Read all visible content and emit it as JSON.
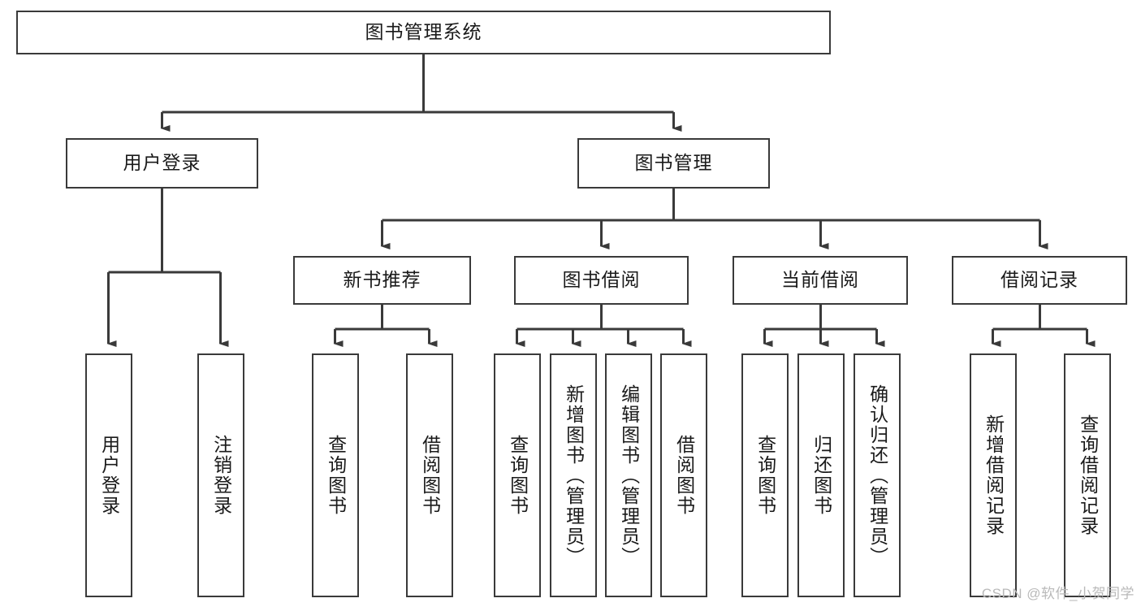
{
  "diagram": {
    "title": "图书管理系统",
    "type": "hierarchy-tree",
    "root": {
      "id": "root",
      "label": "图书管理系统"
    },
    "level1": [
      {
        "id": "user-login",
        "label": "用户登录"
      },
      {
        "id": "book-management",
        "label": "图书管理"
      }
    ],
    "level2": [
      {
        "id": "new-book-recommend",
        "label": "新书推荐",
        "parent": "book-management"
      },
      {
        "id": "book-borrow",
        "label": "图书借阅",
        "parent": "book-management"
      },
      {
        "id": "current-borrow",
        "label": "当前借阅",
        "parent": "book-management"
      },
      {
        "id": "borrow-record",
        "label": "借阅记录",
        "parent": "book-management"
      }
    ],
    "leaves": [
      {
        "id": "leaf-user-login",
        "label": "用户登录",
        "parent": "user-login"
      },
      {
        "id": "leaf-user-logout",
        "label": "注销登录",
        "parent": "user-login"
      },
      {
        "id": "leaf-query-book-1",
        "label": "查询图书",
        "parent": "new-book-recommend"
      },
      {
        "id": "leaf-borrow-book-1",
        "label": "借阅图书",
        "parent": "new-book-recommend"
      },
      {
        "id": "leaf-query-book-2",
        "label": "查询图书",
        "parent": "book-borrow"
      },
      {
        "id": "leaf-add-book",
        "label": "新增图书（管理员）",
        "parent": "book-borrow"
      },
      {
        "id": "leaf-edit-book",
        "label": "编辑图书（管理员）",
        "parent": "book-borrow"
      },
      {
        "id": "leaf-borrow-book-2",
        "label": "借阅图书",
        "parent": "book-borrow"
      },
      {
        "id": "leaf-query-book-3",
        "label": "查询图书",
        "parent": "current-borrow"
      },
      {
        "id": "leaf-return-book",
        "label": "归还图书",
        "parent": "current-borrow"
      },
      {
        "id": "leaf-confirm-return",
        "label": "确认归还（管理员）",
        "parent": "current-borrow"
      },
      {
        "id": "leaf-add-record",
        "label": "新增借阅记录",
        "parent": "borrow-record"
      },
      {
        "id": "leaf-query-record",
        "label": "查询借阅记录",
        "parent": "borrow-record"
      }
    ],
    "watermark": "CSDN @软件_小贺同学",
    "colors": {
      "stroke": "#3a3a3a",
      "fill": "#ffffff",
      "text": "#1a1a1a",
      "watermark": "#b9b9b9"
    }
  }
}
